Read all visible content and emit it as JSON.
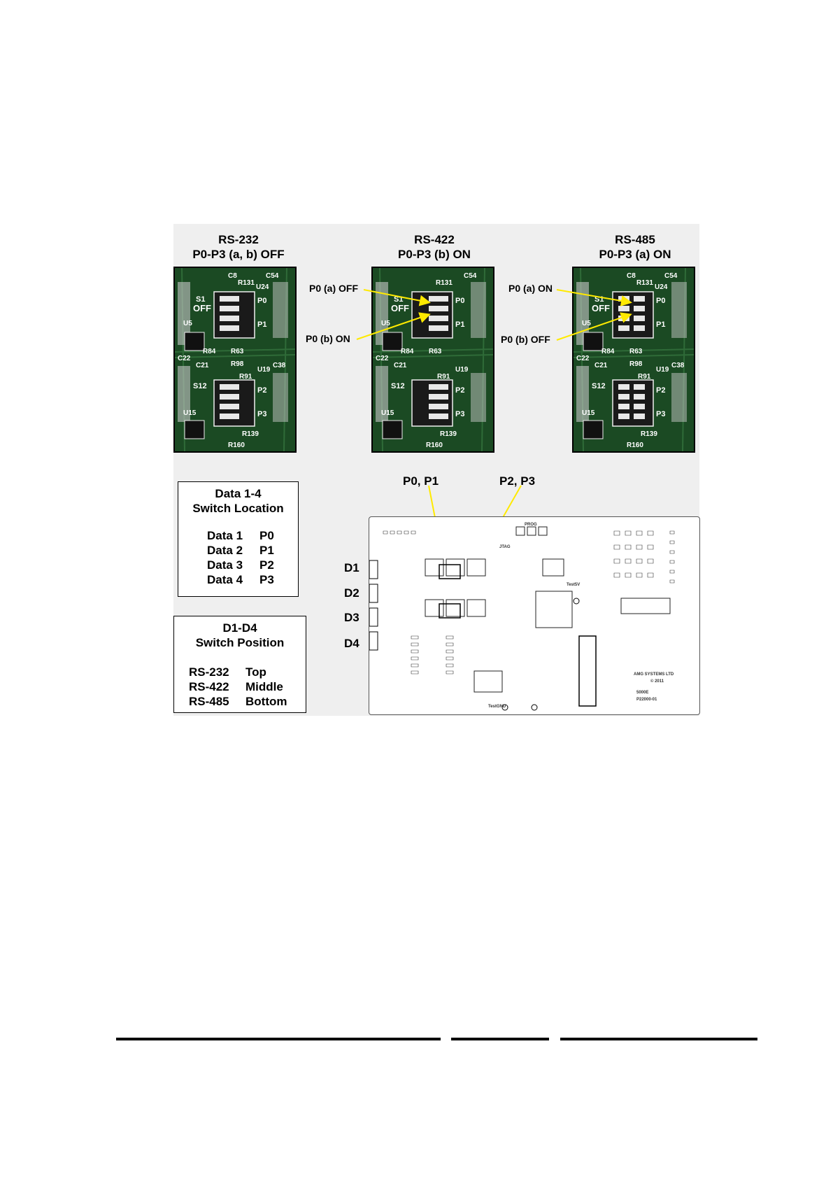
{
  "figure": {
    "panels": [
      {
        "title": "RS-232",
        "subtitle": "P0-P3 (a, b) OFF"
      },
      {
        "title": "RS-422",
        "subtitle": "P0-P3 (b) ON"
      },
      {
        "title": "RS-485",
        "subtitle": "P0-P3 (a) ON"
      }
    ],
    "annotations": {
      "rs422_a": "P0 (a) OFF",
      "rs422_b": "P0 (b) ON",
      "rs485_a": "P0 (a) ON",
      "rs485_b": "P0 (b) OFF"
    },
    "photo_labels": {
      "p0": "P0",
      "p1": "P1",
      "p2": "P2",
      "p3": "P3",
      "off": "OFF",
      "s1": "S1",
      "s12": "S12",
      "u5": "U5",
      "u15": "U15",
      "u19": "U19",
      "u24": "U24",
      "r63": "R63",
      "r84": "R84",
      "r91": "R91",
      "r98": "R98",
      "r131": "R131",
      "r139": "R139",
      "r160": "R160",
      "c8": "C8",
      "c21": "C21",
      "c22": "C22",
      "c38": "C38",
      "c54": "C54"
    },
    "data_box": {
      "title_line1": "Data 1-4",
      "title_line2": "Switch Location",
      "rows": [
        {
          "data": "Data 1",
          "switch": "P0"
        },
        {
          "data": "Data 2",
          "switch": "P1"
        },
        {
          "data": "Data 3",
          "switch": "P2"
        },
        {
          "data": "Data 4",
          "switch": "P3"
        }
      ]
    },
    "position_box": {
      "title_line1": "D1-D4",
      "title_line2": "Switch Position",
      "rows": [
        {
          "mode": "RS-232",
          "position": "Top"
        },
        {
          "mode": "RS-422",
          "position": "Middle"
        },
        {
          "mode": "RS-485",
          "position": "Bottom"
        }
      ]
    },
    "pcb_callouts": {
      "left": "P0, P1",
      "right": "P2, P3"
    },
    "d_labels": [
      "D1",
      "D2",
      "D3",
      "D4"
    ],
    "board_text": {
      "maker": "AMG SYSTEMS LTD",
      "copyright": "© 2011",
      "model": "5000E",
      "part": "P22000-01",
      "jtag": "JTAG",
      "prog": "PROG",
      "testgnd": "TestGND",
      "test5v": "Test5V"
    },
    "colors": {
      "pcb_green": "#1b4a23",
      "annotation_arrow": "#ffea00",
      "switch_body": "#1a1a1a"
    }
  }
}
